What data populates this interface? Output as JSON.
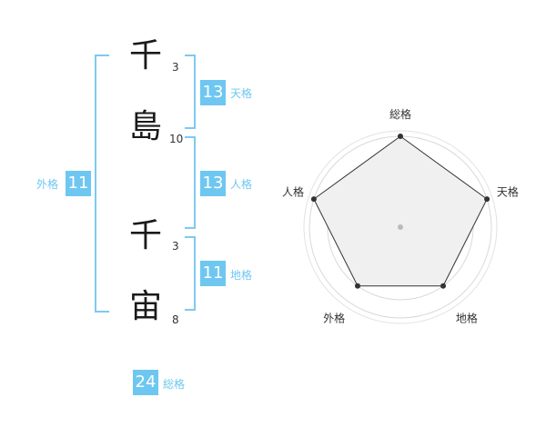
{
  "name_chars": [
    {
      "char": "千",
      "strokes": "3"
    },
    {
      "char": "島",
      "strokes": "10"
    },
    {
      "char": "千",
      "strokes": "3"
    },
    {
      "char": "宙",
      "strokes": "8"
    }
  ],
  "kakusu": {
    "tenkaku": {
      "value": "13",
      "label": "天格"
    },
    "jinkaku": {
      "value": "13",
      "label": "人格"
    },
    "chikaku": {
      "value": "11",
      "label": "地格"
    },
    "gaikaku": {
      "value": "11",
      "label": "外格"
    },
    "soukaku": {
      "value": "24",
      "label": "総格"
    }
  },
  "colors": {
    "accent": "#6ec7f0",
    "bracket": "#7ec9f0",
    "radar_fill": "#f0f0f0"
  },
  "chart_data": {
    "type": "radar",
    "axes": [
      "総格",
      "天格",
      "地格",
      "外格",
      "人格"
    ],
    "values": [
      1.0,
      1.0,
      0.8,
      0.8,
      1.0
    ],
    "scale_rings": 5
  }
}
